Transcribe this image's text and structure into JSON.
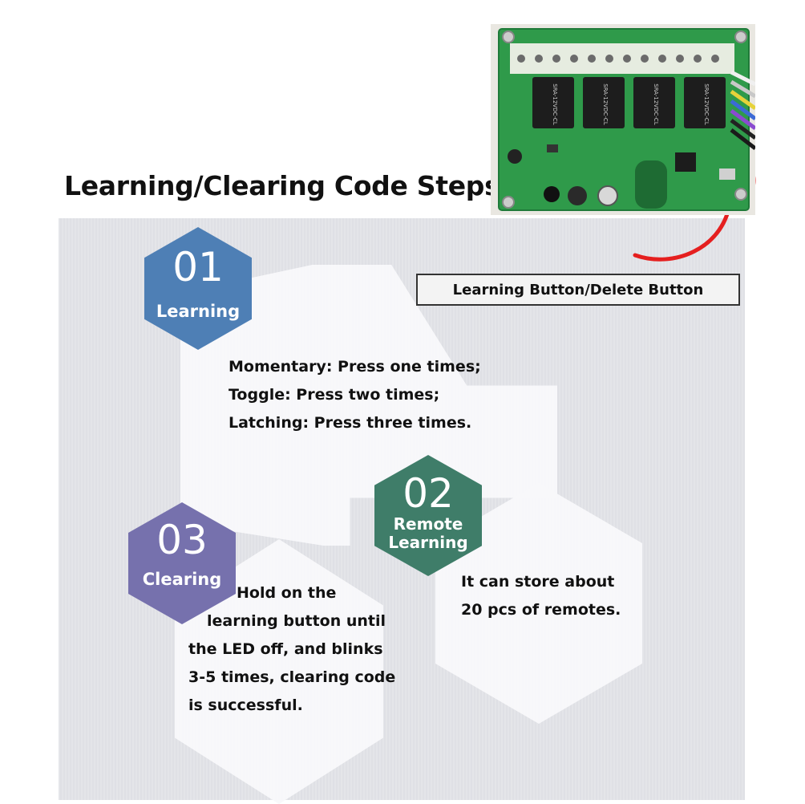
{
  "title": "Learning/Clearing Code Steps",
  "callout": "Learning Button/Delete Button",
  "steps": [
    {
      "number": "01",
      "label": "Learning",
      "color": "#4e7fb5"
    },
    {
      "number": "02",
      "label_line1": "Remote",
      "label_line2": "Learning",
      "color": "#3f7d69"
    },
    {
      "number": "03",
      "label": "Clearing",
      "color": "#7671ad"
    }
  ],
  "learning_text": [
    "Momentary: Press one times;",
    "Toggle: Press two times;",
    "Latching: Press three times."
  ],
  "remote_text": [
    "It can store about",
    "20 pcs of remotes."
  ],
  "clearing_text": [
    "Hold on the",
    "learning button until",
    "the LED off, and blinks",
    "3-5 times, clearing code",
    "is successful."
  ],
  "relay_labels": [
    "SRA-12VDC-CL",
    "SRA-12VDC-CL",
    "SRA-12VDC-CL",
    "SRA-12VDC-CL"
  ],
  "colors": {
    "pcb_green": "#2f9a4a",
    "highlight_red": "#e51f1f",
    "panel_gray": "#e2e3e7"
  }
}
